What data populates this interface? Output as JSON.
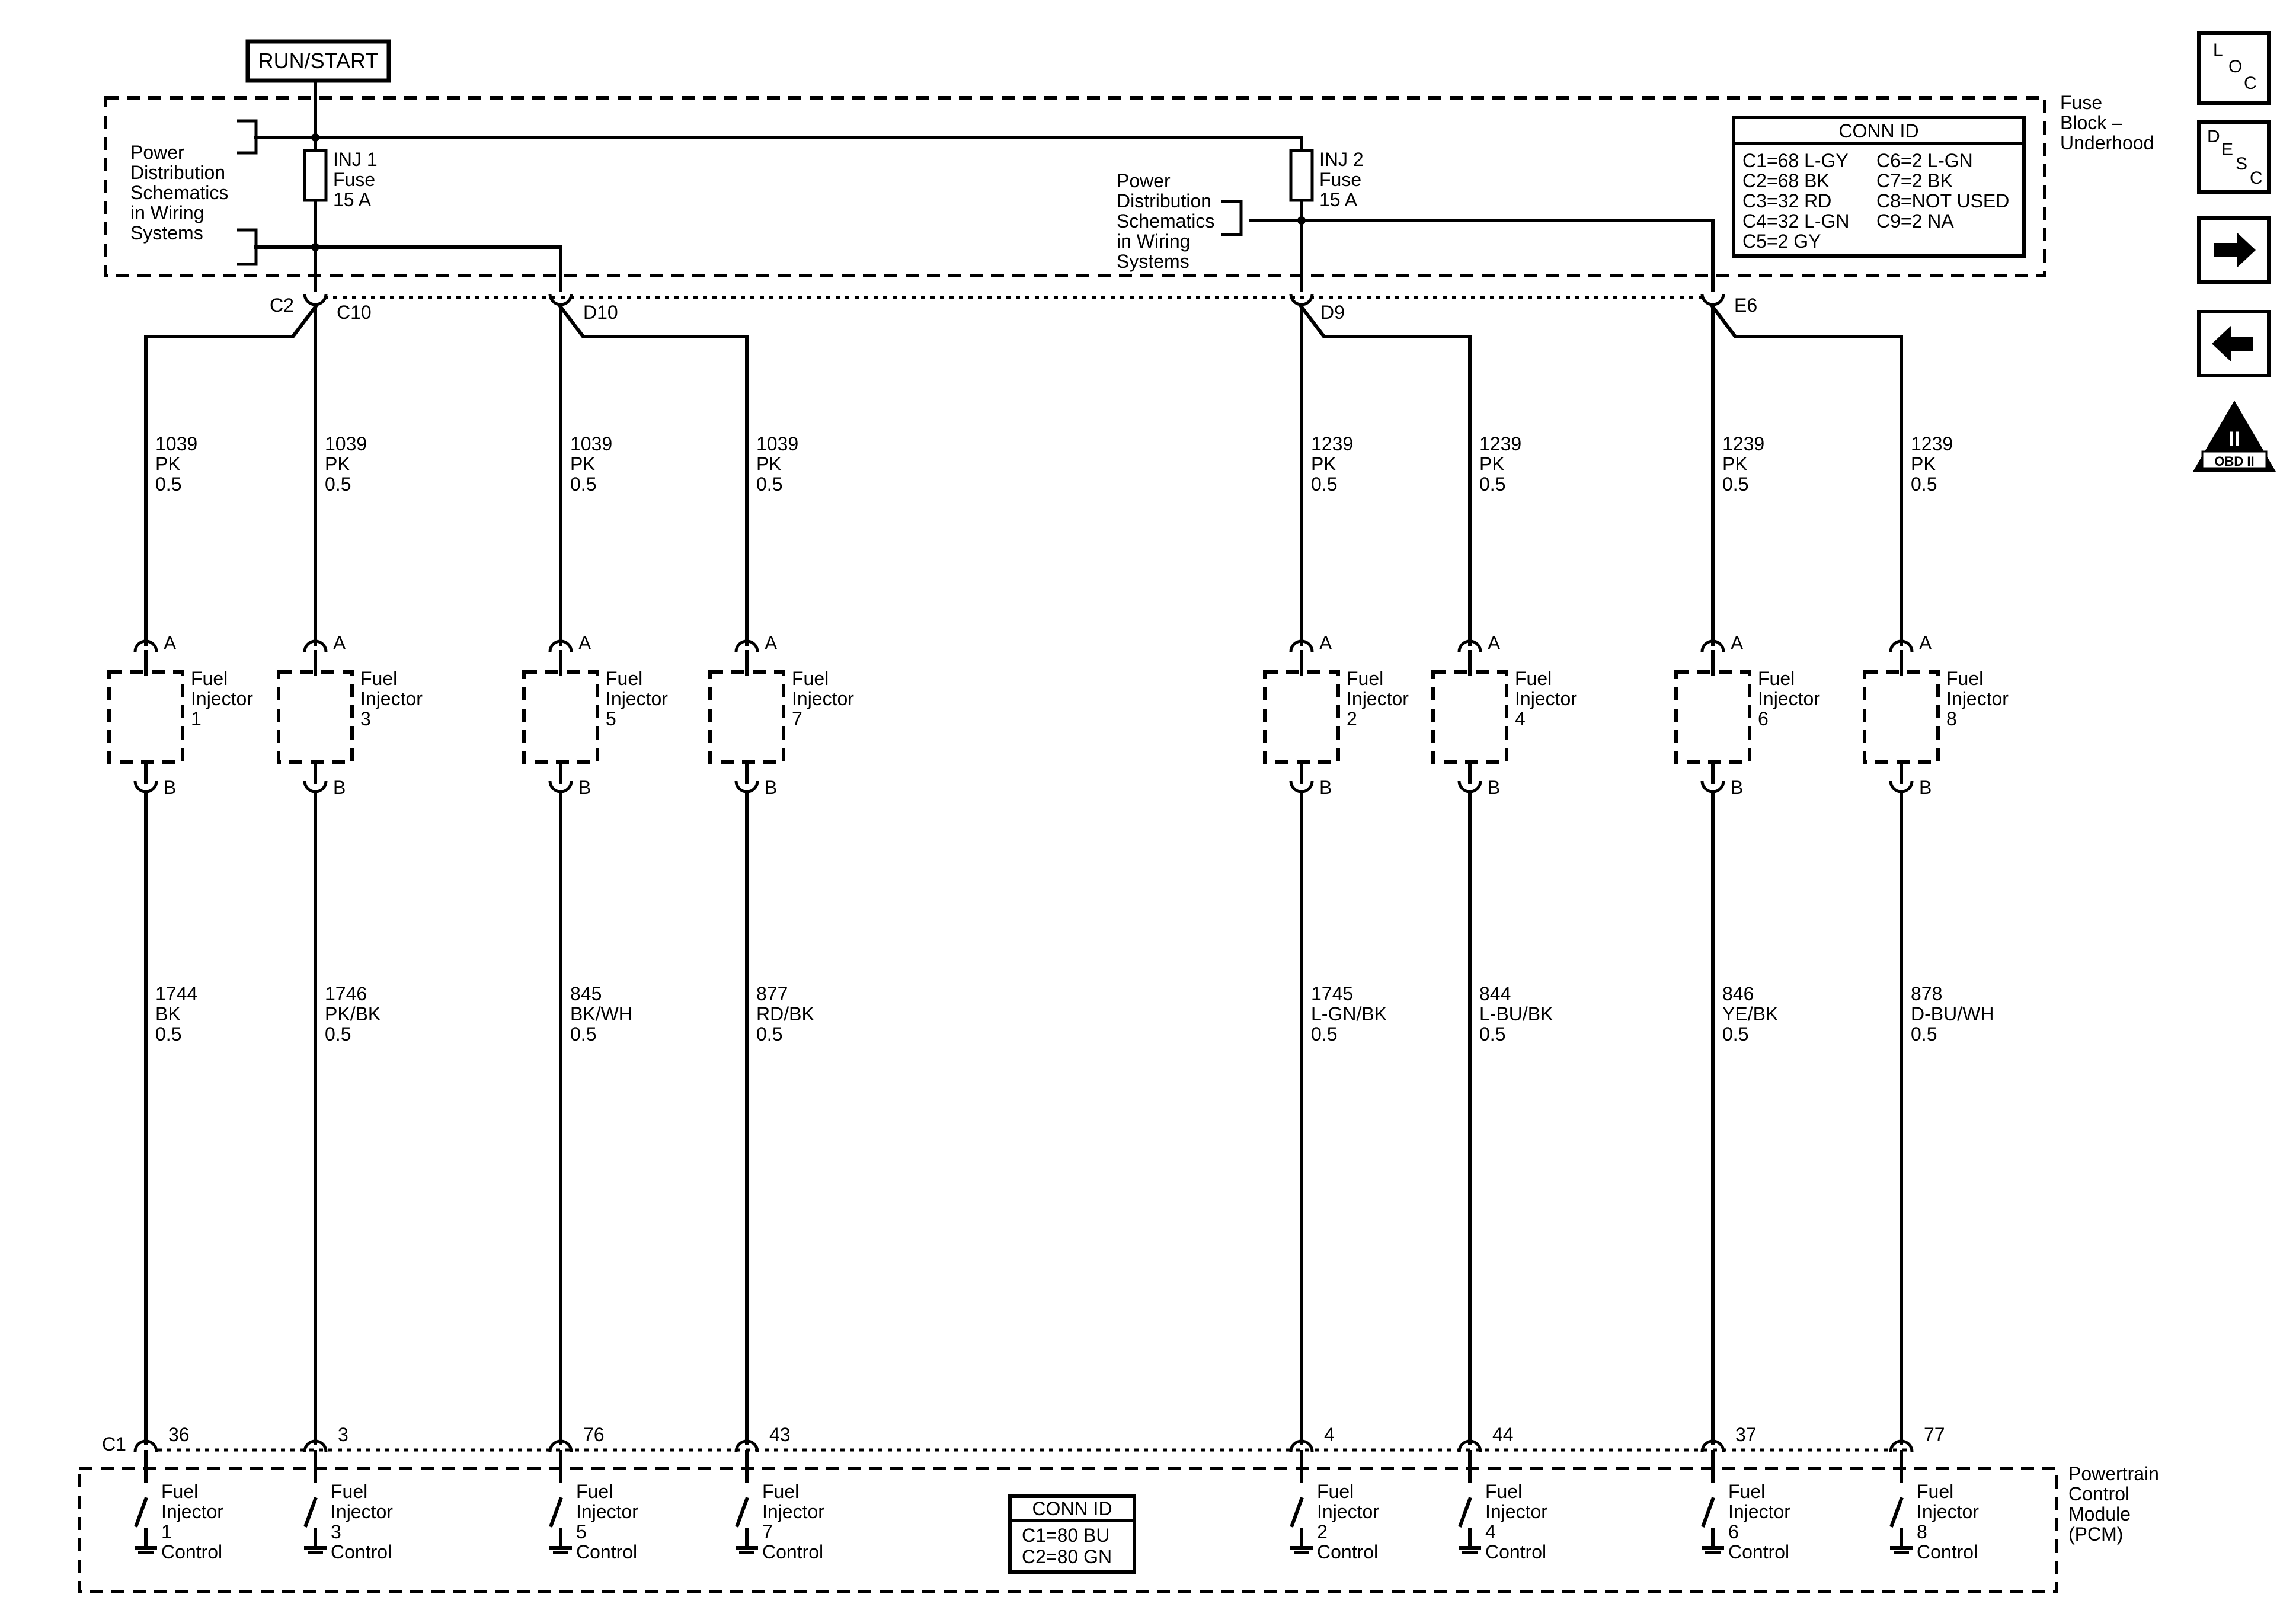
{
  "power_source": "RUN/START",
  "fuse_block": {
    "label_lines": [
      "Fuse",
      "Block –",
      "Underhood"
    ]
  },
  "power_dist_left": [
    "Power",
    "Distribution",
    "Schematics",
    "in Wiring",
    "Systems"
  ],
  "power_dist_right": [
    "Power",
    "Distribution",
    "Schematics",
    "in Wiring",
    "Systems"
  ],
  "fuses": [
    {
      "lines": [
        "INJ 1",
        "Fuse",
        "15 A"
      ]
    },
    {
      "lines": [
        "INJ 2",
        "Fuse",
        "15 A"
      ]
    }
  ],
  "conn_id_top": {
    "title": "CONN ID",
    "col1": [
      "C1=68 L-GY",
      "C2=68 BK",
      "C3=32 RD",
      "C4=32 L-GN",
      "C5=2 GY"
    ],
    "col2": [
      "C6=2 L-GN",
      "C7=2 BK",
      "C8=NOT USED",
      "C9=2 NA"
    ]
  },
  "conn_id_bottom": {
    "title": "CONN ID",
    "lines": [
      "C1=80 BU",
      "C2=80 GN"
    ]
  },
  "connector_labels": {
    "c2": "C2",
    "c10": "C10",
    "d10": "D10",
    "d9": "D9",
    "e6": "E6",
    "c1": "C1"
  },
  "pcm": {
    "label_lines": [
      "Powertrain",
      "Control",
      "Module",
      "(PCM)"
    ]
  },
  "pin_labels": {
    "a": "A",
    "b": "B"
  },
  "injectors": [
    {
      "name_lines": [
        "Fuel",
        "Injector",
        "1"
      ],
      "top_wire": [
        "1039",
        "PK",
        "0.5"
      ],
      "bottom_wire": [
        "1744",
        "BK",
        "0.5"
      ],
      "pcm_pin": "36",
      "pcm_lines": [
        "Fuel",
        "Injector",
        "1",
        "Control"
      ]
    },
    {
      "name_lines": [
        "Fuel",
        "Injector",
        "3"
      ],
      "top_wire": [
        "1039",
        "PK",
        "0.5"
      ],
      "bottom_wire": [
        "1746",
        "PK/BK",
        "0.5"
      ],
      "pcm_pin": "3",
      "pcm_lines": [
        "Fuel",
        "Injector",
        "3",
        "Control"
      ]
    },
    {
      "name_lines": [
        "Fuel",
        "Injector",
        "5"
      ],
      "top_wire": [
        "1039",
        "PK",
        "0.5"
      ],
      "bottom_wire": [
        "845",
        "BK/WH",
        "0.5"
      ],
      "pcm_pin": "76",
      "pcm_lines": [
        "Fuel",
        "Injector",
        "5",
        "Control"
      ]
    },
    {
      "name_lines": [
        "Fuel",
        "Injector",
        "7"
      ],
      "top_wire": [
        "1039",
        "PK",
        "0.5"
      ],
      "bottom_wire": [
        "877",
        "RD/BK",
        "0.5"
      ],
      "pcm_pin": "43",
      "pcm_lines": [
        "Fuel",
        "Injector",
        "7",
        "Control"
      ]
    },
    {
      "name_lines": [
        "Fuel",
        "Injector",
        "2"
      ],
      "top_wire": [
        "1239",
        "PK",
        "0.5"
      ],
      "bottom_wire": [
        "1745",
        "L-GN/BK",
        "0.5"
      ],
      "pcm_pin": "4",
      "pcm_lines": [
        "Fuel",
        "Injector",
        "2",
        "Control"
      ]
    },
    {
      "name_lines": [
        "Fuel",
        "Injector",
        "4"
      ],
      "top_wire": [
        "1239",
        "PK",
        "0.5"
      ],
      "bottom_wire": [
        "844",
        "L-BU/BK",
        "0.5"
      ],
      "pcm_pin": "44",
      "pcm_lines": [
        "Fuel",
        "Injector",
        "4",
        "Control"
      ]
    },
    {
      "name_lines": [
        "Fuel",
        "Injector",
        "6"
      ],
      "top_wire": [
        "1239",
        "PK",
        "0.5"
      ],
      "bottom_wire": [
        "846",
        "YE/BK",
        "0.5"
      ],
      "pcm_pin": "37",
      "pcm_lines": [
        "Fuel",
        "Injector",
        "6",
        "Control"
      ]
    },
    {
      "name_lines": [
        "Fuel",
        "Injector",
        "8"
      ],
      "top_wire": [
        "1239",
        "PK",
        "0.5"
      ],
      "bottom_wire": [
        "878",
        "D-BU/WH",
        "0.5"
      ],
      "pcm_pin": "77",
      "pcm_lines": [
        "Fuel",
        "Injector",
        "8",
        "Control"
      ]
    }
  ],
  "nav_icons": {
    "loc": [
      "L",
      "O",
      "C"
    ],
    "desc": [
      "D",
      "E",
      "S",
      "C"
    ],
    "obd_roman": "II",
    "obd_text": "OBD II"
  }
}
